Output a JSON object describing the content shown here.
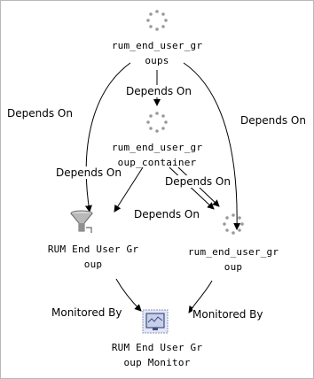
{
  "nodes": {
    "groups": {
      "label_line1": "rum_end_user_gr",
      "label_line2": "oups",
      "icon": "group-dots-icon"
    },
    "container": {
      "label_line1": "rum_end_user_gr",
      "label_line2": "oup_container",
      "icon": "group-dots-icon"
    },
    "rum_group": {
      "label_line1": "RUM End User Gr",
      "label_line2": "oup",
      "icon": "funnel-filter-icon"
    },
    "rum_group_ci": {
      "label_line1": "rum_end_user_gr",
      "label_line2": "oup",
      "icon": "group-dots-icon"
    },
    "monitor": {
      "label_line1": "RUM End User Gr",
      "label_line2": "oup Monitor",
      "icon": "monitor-icon"
    }
  },
  "edges": {
    "groups_to_container": "Depends On",
    "groups_to_rum_group": "Depends On",
    "groups_to_rum_group_ci": "Depends On",
    "container_to_rum_group": "Depends On",
    "container_to_rum_group_ci_a": "Depends On",
    "container_to_rum_group_ci_b": "Depends On",
    "rum_group_to_monitor": "Monitored By",
    "rum_group_ci_to_monitor": "Monitored By"
  },
  "colors": {
    "edge": "#000000",
    "dots": "#9a9a9a",
    "monitor_frame": "#3b4f8a",
    "monitor_fill": "#c9cfe8",
    "funnel": "#a8a8a8"
  }
}
